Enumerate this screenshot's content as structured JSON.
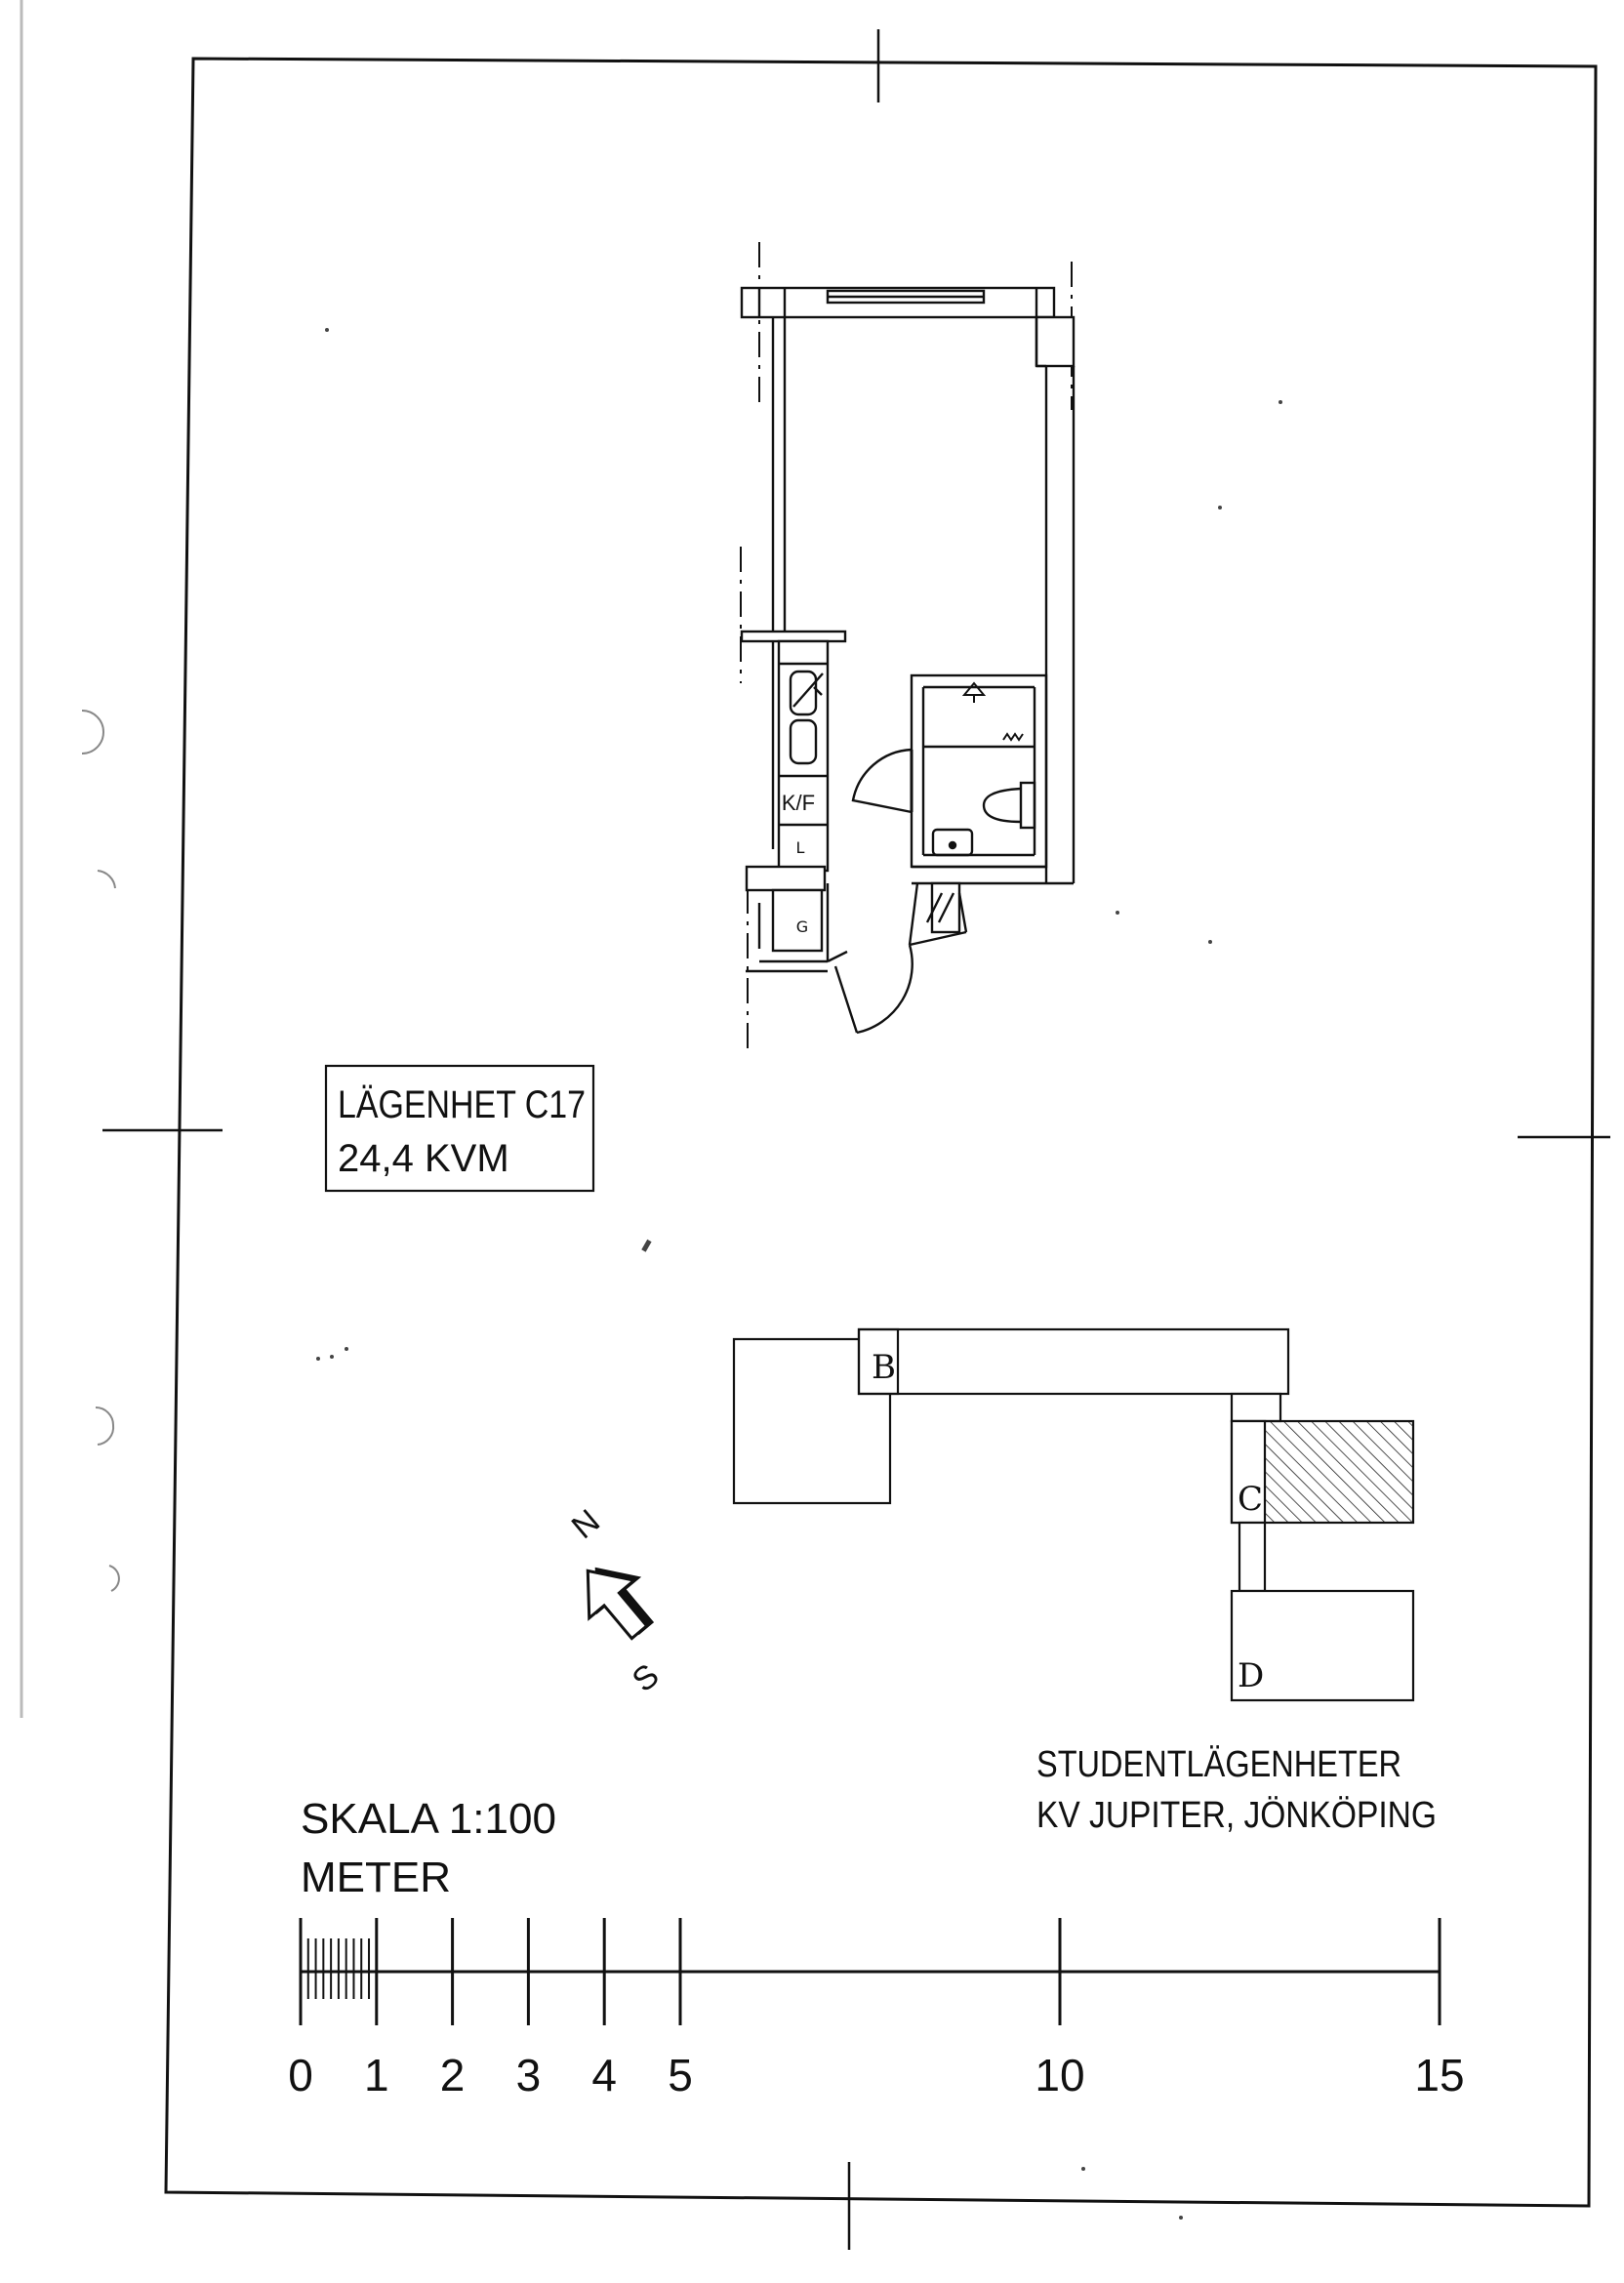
{
  "apartment_label": {
    "name": "LÄGENHET C17",
    "area": "24,4 KVM"
  },
  "floor_plan": {
    "fixtures": {
      "fridge_freezer": "K/F",
      "cabinet_l": "L",
      "cabinet_g": "G"
    }
  },
  "site_plan": {
    "buildings": [
      {
        "label": "B",
        "highlighted": false
      },
      {
        "label": "C",
        "highlighted": true
      },
      {
        "label": "D",
        "highlighted": false
      }
    ]
  },
  "north_arrow": {
    "north": "N",
    "south": "S"
  },
  "project": {
    "line1": "STUDENTLÄGENHETER",
    "line2": "KV JUPITER, JÖNKÖPING"
  },
  "scale": {
    "title": "SKALA 1:100",
    "unit": "METER",
    "ticks": [
      {
        "label": "0",
        "value": 0
      },
      {
        "label": "1",
        "value": 1
      },
      {
        "label": "2",
        "value": 2
      },
      {
        "label": "3",
        "value": 3
      },
      {
        "label": "4",
        "value": 4
      },
      {
        "label": "5",
        "value": 5
      },
      {
        "label": "10",
        "value": 10
      },
      {
        "label": "15",
        "value": 15
      }
    ]
  }
}
